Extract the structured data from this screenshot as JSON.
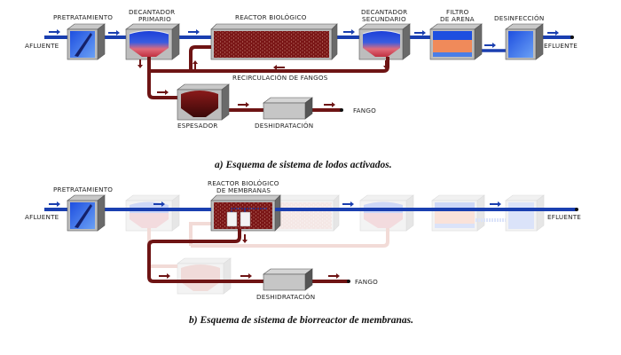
{
  "diagram_a": {
    "caption": "a) Esquema de sistema de lodos activados.",
    "labels": {
      "inlet": "AFLUENTE",
      "pretreatment": "PRETRATAMIENTO",
      "primary_clarifier_1": "DECANTADOR",
      "primary_clarifier_2": "PRIMARIO",
      "bioreactor": "REACTOR BIOLÓGICO",
      "secondary_clarifier_1": "DECANTADOR",
      "secondary_clarifier_2": "SECUNDARIO",
      "sand_filter_1": "FILTRO",
      "sand_filter_2": "DE ARENA",
      "disinfection": "DESINFECCIÓN",
      "outlet": "EFLUENTE",
      "recirculation": "RECIRCULACIÓN DE FANGOS",
      "thickener": "ESPESADOR",
      "dewatering": "DESHIDRATACIÓN",
      "sludge": "FANGO"
    }
  },
  "diagram_b": {
    "caption": "b) Esquema de sistema de biorreactor de membranas.",
    "labels": {
      "inlet": "AFLUENTE",
      "pretreatment": "PRETRATAMIENTO",
      "mbr_1": "REACTOR BIOLÓGICO",
      "mbr_2": "DE MEMBRANAS",
      "outlet": "EFLUENTE",
      "dewatering": "DESHIDRATACIÓN",
      "sludge": "FANGO"
    }
  },
  "colors": {
    "water": "#1a3fb0",
    "sludge": "#6e1414",
    "tank_gray": "#a8a8a8",
    "sand": "#f08a5a"
  }
}
